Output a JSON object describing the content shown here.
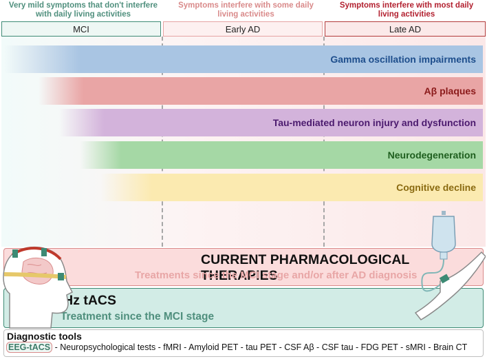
{
  "stages": [
    {
      "description": "Very mild symptoms that don't interfere with daily living activities",
      "label": "MCI",
      "desc_color": "#4f8f7d",
      "border_color": "#3d8a74"
    },
    {
      "description": "Symptoms interfere with some daily living activities",
      "label": "Early AD",
      "desc_color": "#d98a8a",
      "border_color": "#e6a3a3"
    },
    {
      "description": "Symptoms interfere with most daily living activities",
      "label": "Late AD",
      "desc_color": "#b2202f",
      "border_color": "#b23a3a"
    }
  ],
  "bands": [
    {
      "label": "Gamma oscillation impairments",
      "color": "#a9c5e3",
      "text_color": "#1e4e8c"
    },
    {
      "label": "Aβ plaques",
      "color": "#e9a5a5",
      "text_color": "#8b1a1a"
    },
    {
      "label": "Tau-mediated neuron injury and dysfunction",
      "color": "#d3b3db",
      "text_color": "#4b1a6e"
    },
    {
      "label": "Neurodegeneration",
      "color": "#a5d8a5",
      "text_color": "#1e5e1e"
    },
    {
      "label": "Cognitive decline",
      "color": "#fbeab0",
      "text_color": "#8a6a10"
    }
  ],
  "pharma": {
    "title": "CURRENT PHARMACOLOGICAL THERAPIES",
    "subtitle": "Treatments since the MCI stage and/or after AD diagnosis"
  },
  "tacs": {
    "title": "40 Hz tACS",
    "subtitle": "Treatment since the MCI stage"
  },
  "diagnostic": {
    "title": "Diagnostic tools",
    "highlight": "EEG-tACS",
    "tools": " - Neuropsychological tests - fMRI - Amyloid PET - tau PET - CSF Aβ - CSF tau - FDG PET - sMRI - Brain CT"
  }
}
